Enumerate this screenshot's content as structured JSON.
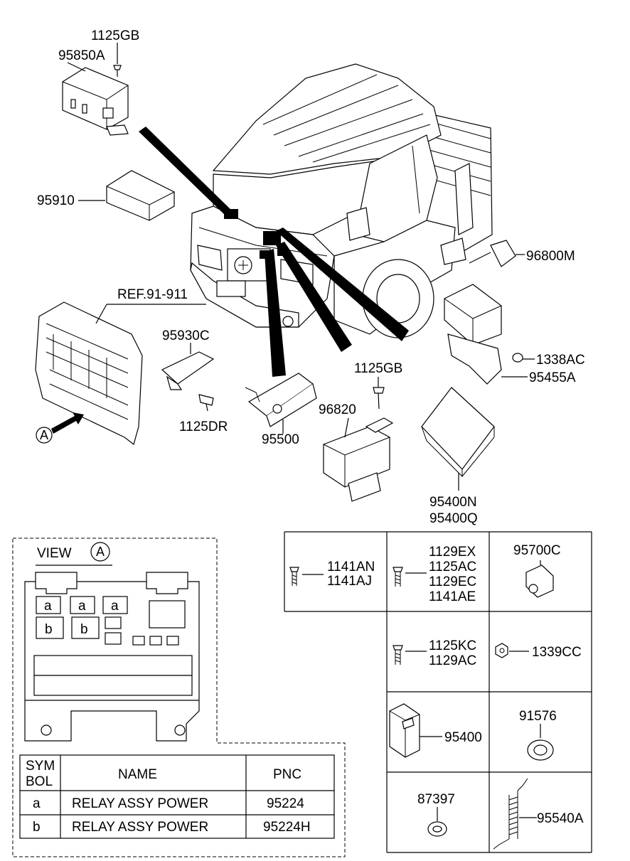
{
  "callouts": {
    "p95850A": "95850A",
    "p1125GB_top": "1125GB",
    "p95910": "95910",
    "ref": "REF.91-911",
    "p95930C": "95930C",
    "p1125DR": "1125DR",
    "p95500": "95500",
    "p1125GB_mid": "1125GB",
    "p96820": "96820",
    "p96800M": "96800M",
    "p1338AC": "1338AC",
    "p95455A": "95455A",
    "p95400N": "95400N",
    "p95400Q": "95400Q",
    "view_marker": "A"
  },
  "view": {
    "title": "VIEW",
    "marker": "A",
    "relay_a": "a",
    "relay_b": "b"
  },
  "pnc_table": {
    "headers": {
      "symbol_line1": "SYM",
      "symbol_line2": "BOL",
      "name": "NAME",
      "pnc": "PNC"
    },
    "rows": [
      {
        "symbol": "a",
        "name": "RELAY ASSY POWER",
        "pnc": "95224"
      },
      {
        "symbol": "b",
        "name": "RELAY ASSY POWER",
        "pnc": "95224H"
      }
    ]
  },
  "parts_grid": {
    "c1": [
      "1141AN",
      "1141AJ"
    ],
    "c2": [
      "1129EX",
      "1125AC",
      "1129EC",
      "1141AE"
    ],
    "c3": "95700C",
    "c4": [
      "1125KC",
      "1129AC"
    ],
    "c5": "1339CC",
    "c6": "95400",
    "c7": "91576",
    "c8": "87397",
    "c9": "95540A"
  }
}
